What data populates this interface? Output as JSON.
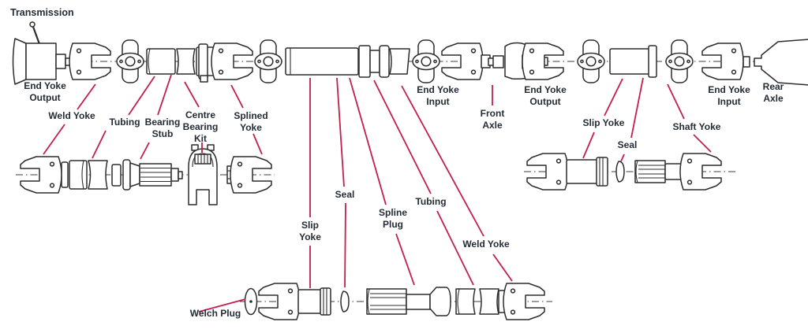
{
  "colors": {
    "background": "#ffffff",
    "label_text": "#242c36",
    "leader_line": "#c21e4e",
    "part_outline": "#2d2d2d",
    "centerline": "#3c3c3c"
  },
  "labels": {
    "transmission": "Transmission",
    "end_yoke_output_front": "End Yoke\nOutput",
    "weld_yoke_front": "Weld Yoke",
    "tubing_front": "Tubing",
    "bearing_stub": "Bearing\nStub",
    "centre_bearing_kit": "Centre\nBearing\nKit",
    "splined_yoke": "Splined\nYoke",
    "end_yoke_input_front": "End Yoke\nInput",
    "front_axle": "Front\nAxle",
    "end_yoke_output_rear": "End Yoke\nOutput",
    "slip_yoke_rear": "Slip Yoke",
    "seal_rear": "Seal",
    "shaft_yoke_rear": "Shaft Yoke",
    "end_yoke_input_rear": "End Yoke\nInput",
    "rear_axle": "Rear\nAxle",
    "slip_yoke_centre": "Slip\nYoke",
    "seal_centre": "Seal",
    "spline_plug_centre": "Spline\nPlug",
    "tubing_centre": "Tubing",
    "weld_yoke_centre": "Weld Yoke",
    "welch_plug_centre": "Welch Plug"
  }
}
